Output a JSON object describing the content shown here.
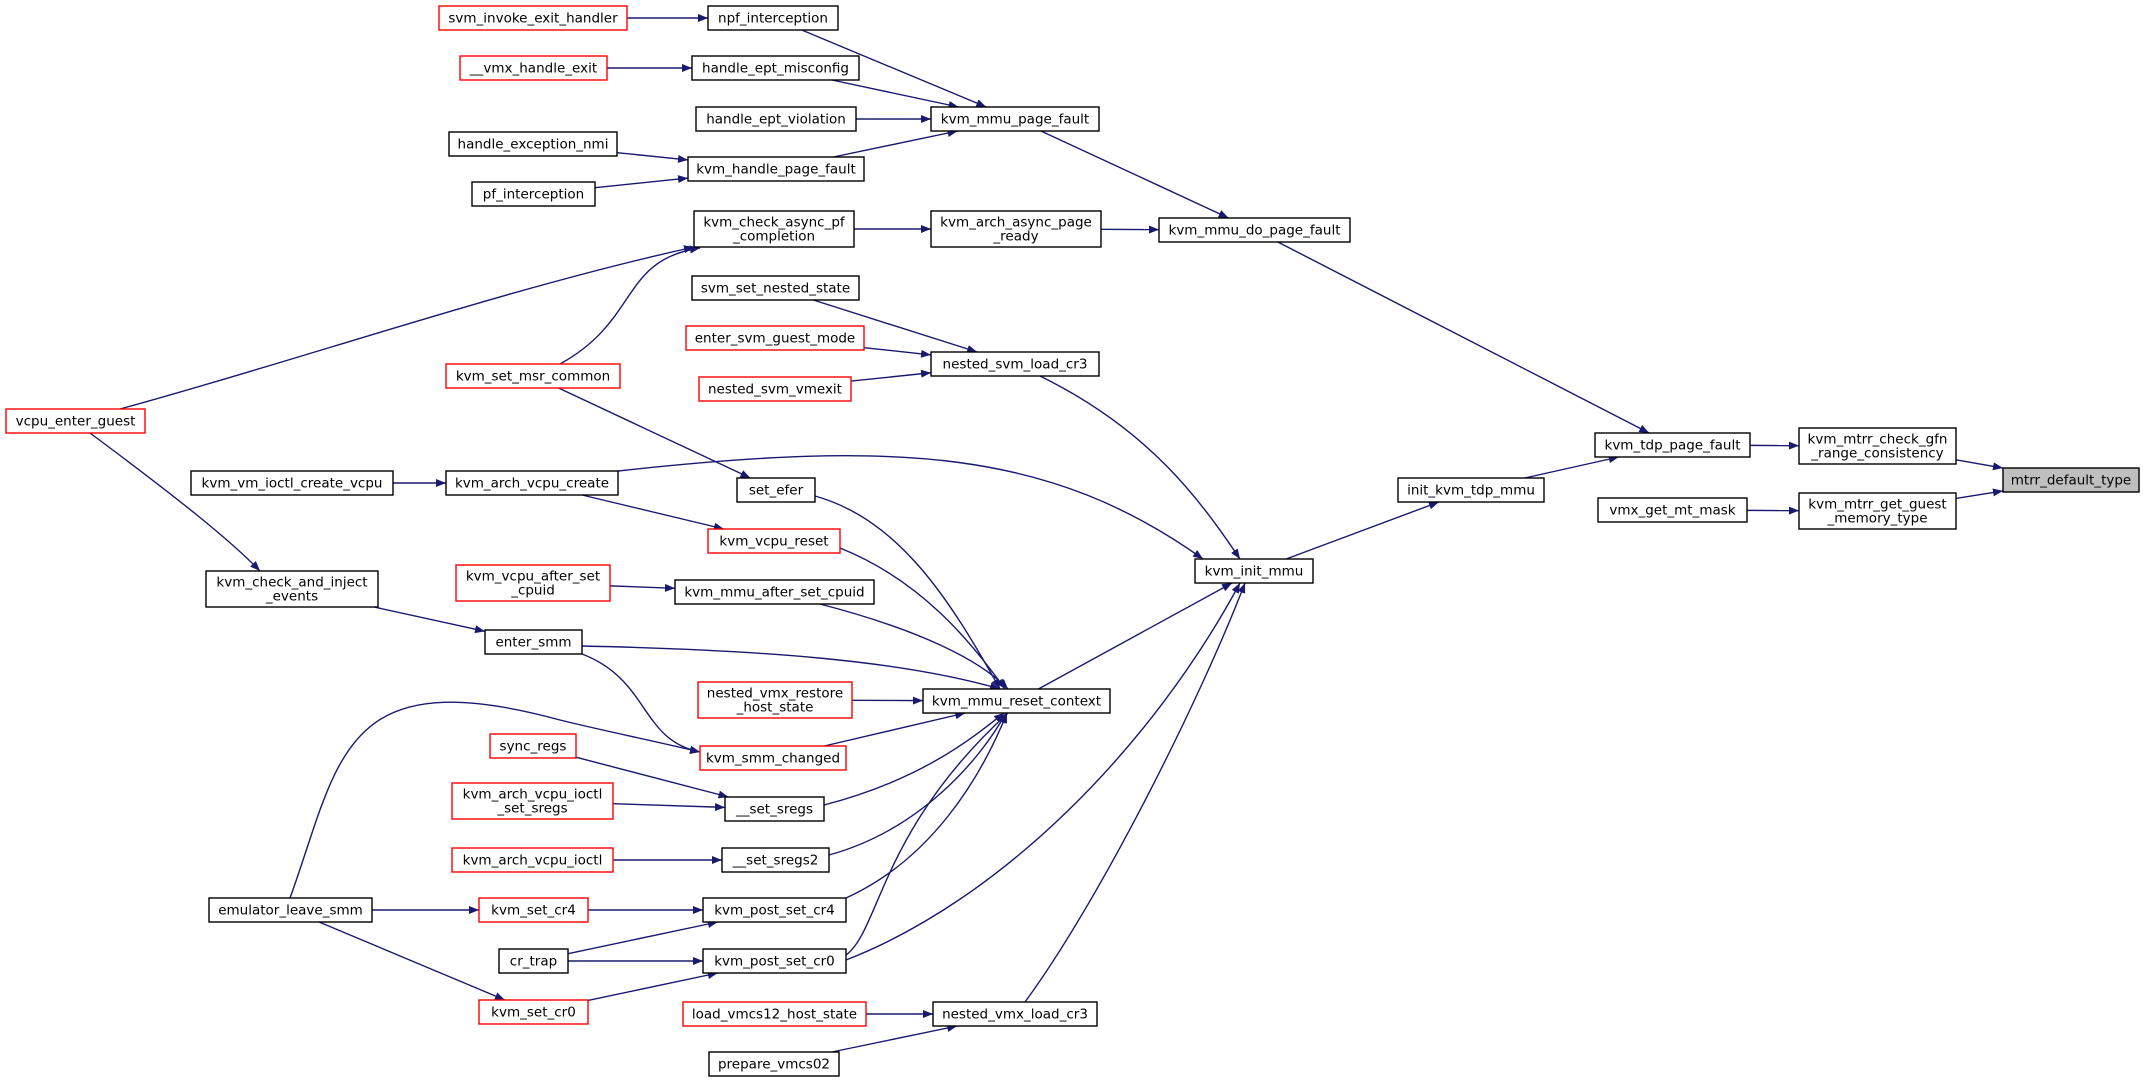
{
  "colors": {
    "edge": "#191970",
    "linked_border": "#000000",
    "unlinked_border": "#ff0000",
    "root_fill": "#bfbfbf"
  },
  "nodes": [
    {
      "id": "mtrr_default_type",
      "lines": [
        "mtrr_default_type"
      ],
      "style": "root"
    },
    {
      "id": "kvm_mtrr_check_gfn_range_consistency",
      "lines": [
        "kvm_mtrr_check_gfn",
        "_range_consistency"
      ],
      "style": "plain"
    },
    {
      "id": "kvm_mtrr_get_guest_memory_type",
      "lines": [
        "kvm_mtrr_get_guest",
        "_memory_type"
      ],
      "style": "plain"
    },
    {
      "id": "kvm_tdp_page_fault",
      "lines": [
        "kvm_tdp_page_fault"
      ],
      "style": "plain"
    },
    {
      "id": "vmx_get_mt_mask",
      "lines": [
        "vmx_get_mt_mask"
      ],
      "style": "plain"
    },
    {
      "id": "init_kvm_tdp_mmu",
      "lines": [
        "init_kvm_tdp_mmu"
      ],
      "style": "plain"
    },
    {
      "id": "kvm_mmu_do_page_fault",
      "lines": [
        "kvm_mmu_do_page_fault"
      ],
      "style": "plain"
    },
    {
      "id": "kvm_init_mmu",
      "lines": [
        "kvm_init_mmu"
      ],
      "style": "plain"
    },
    {
      "id": "kvm_mmu_page_fault",
      "lines": [
        "kvm_mmu_page_fault"
      ],
      "style": "plain"
    },
    {
      "id": "kvm_arch_async_page_ready",
      "lines": [
        "kvm_arch_async_page",
        "_ready"
      ],
      "style": "plain"
    },
    {
      "id": "nested_svm_load_cr3",
      "lines": [
        "nested_svm_load_cr3"
      ],
      "style": "plain"
    },
    {
      "id": "kvm_mmu_reset_context",
      "lines": [
        "kvm_mmu_reset_context"
      ],
      "style": "plain"
    },
    {
      "id": "nested_vmx_load_cr3",
      "lines": [
        "nested_vmx_load_cr3"
      ],
      "style": "plain"
    },
    {
      "id": "npf_interception",
      "lines": [
        "npf_interception"
      ],
      "style": "plain"
    },
    {
      "id": "handle_ept_misconfig",
      "lines": [
        "handle_ept_misconfig"
      ],
      "style": "plain"
    },
    {
      "id": "handle_ept_violation",
      "lines": [
        "handle_ept_violation"
      ],
      "style": "plain"
    },
    {
      "id": "kvm_handle_page_fault",
      "lines": [
        "kvm_handle_page_fault"
      ],
      "style": "plain"
    },
    {
      "id": "kvm_check_async_pf_completion",
      "lines": [
        "kvm_check_async_pf",
        "_completion"
      ],
      "style": "plain"
    },
    {
      "id": "svm_set_nested_state",
      "lines": [
        "svm_set_nested_state"
      ],
      "style": "plain"
    },
    {
      "id": "enter_svm_guest_mode",
      "lines": [
        "enter_svm_guest_mode"
      ],
      "style": "red"
    },
    {
      "id": "nested_svm_vmexit",
      "lines": [
        "nested_svm_vmexit"
      ],
      "style": "red"
    },
    {
      "id": "set_efer",
      "lines": [
        "set_efer"
      ],
      "style": "plain"
    },
    {
      "id": "kvm_arch_vcpu_create",
      "lines": [
        "kvm_arch_vcpu_create"
      ],
      "style": "plain"
    },
    {
      "id": "kvm_vcpu_reset",
      "lines": [
        "kvm_vcpu_reset"
      ],
      "style": "red"
    },
    {
      "id": "kvm_mmu_after_set_cpuid",
      "lines": [
        "kvm_mmu_after_set_cpuid"
      ],
      "style": "plain"
    },
    {
      "id": "enter_smm",
      "lines": [
        "enter_smm"
      ],
      "style": "plain"
    },
    {
      "id": "nested_vmx_restore_host_state",
      "lines": [
        "nested_vmx_restore",
        "_host_state"
      ],
      "style": "red"
    },
    {
      "id": "kvm_smm_changed",
      "lines": [
        "kvm_smm_changed"
      ],
      "style": "red"
    },
    {
      "id": "__set_sregs",
      "lines": [
        "__set_sregs"
      ],
      "style": "plain"
    },
    {
      "id": "__set_sregs2",
      "lines": [
        "__set_sregs2"
      ],
      "style": "plain"
    },
    {
      "id": "kvm_post_set_cr4",
      "lines": [
        "kvm_post_set_cr4"
      ],
      "style": "plain"
    },
    {
      "id": "kvm_post_set_cr0",
      "lines": [
        "kvm_post_set_cr0"
      ],
      "style": "plain"
    },
    {
      "id": "load_vmcs12_host_state",
      "lines": [
        "load_vmcs12_host_state"
      ],
      "style": "red"
    },
    {
      "id": "prepare_vmcs02",
      "lines": [
        "prepare_vmcs02"
      ],
      "style": "plain"
    },
    {
      "id": "svm_invoke_exit_handler",
      "lines": [
        "svm_invoke_exit_handler"
      ],
      "style": "red"
    },
    {
      "id": "__vmx_handle_exit",
      "lines": [
        "__vmx_handle_exit"
      ],
      "style": "red"
    },
    {
      "id": "handle_exception_nmi",
      "lines": [
        "handle_exception_nmi"
      ],
      "style": "plain"
    },
    {
      "id": "pf_interception",
      "lines": [
        "pf_interception"
      ],
      "style": "plain"
    },
    {
      "id": "kvm_set_msr_common",
      "lines": [
        "kvm_set_msr_common"
      ],
      "style": "red"
    },
    {
      "id": "vcpu_enter_guest",
      "lines": [
        "vcpu_enter_guest"
      ],
      "style": "red"
    },
    {
      "id": "kvm_vm_ioctl_create_vcpu",
      "lines": [
        "kvm_vm_ioctl_create_vcpu"
      ],
      "style": "plain"
    },
    {
      "id": "kvm_check_and_inject_events",
      "lines": [
        "kvm_check_and_inject",
        "_events"
      ],
      "style": "plain"
    },
    {
      "id": "kvm_vcpu_after_set_cpuid",
      "lines": [
        "kvm_vcpu_after_set",
        "_cpuid"
      ],
      "style": "red"
    },
    {
      "id": "sync_regs",
      "lines": [
        "sync_regs"
      ],
      "style": "red"
    },
    {
      "id": "kvm_arch_vcpu_ioctl_set_sregs",
      "lines": [
        "kvm_arch_vcpu_ioctl",
        "_set_sregs"
      ],
      "style": "red"
    },
    {
      "id": "kvm_arch_vcpu_ioctl",
      "lines": [
        "kvm_arch_vcpu_ioctl"
      ],
      "style": "red"
    },
    {
      "id": "emulator_leave_smm",
      "lines": [
        "emulator_leave_smm"
      ],
      "style": "plain"
    },
    {
      "id": "kvm_set_cr4",
      "lines": [
        "kvm_set_cr4"
      ],
      "style": "red"
    },
    {
      "id": "cr_trap",
      "lines": [
        "cr_trap"
      ],
      "style": "plain"
    },
    {
      "id": "kvm_set_cr0",
      "lines": [
        "kvm_set_cr0"
      ],
      "style": "red"
    }
  ],
  "edges": [
    {
      "from": "kvm_mtrr_check_gfn_range_consistency",
      "to": "mtrr_default_type"
    },
    {
      "from": "kvm_mtrr_get_guest_memory_type",
      "to": "mtrr_default_type"
    },
    {
      "from": "kvm_tdp_page_fault",
      "to": "kvm_mtrr_check_gfn_range_consistency"
    },
    {
      "from": "vmx_get_mt_mask",
      "to": "kvm_mtrr_get_guest_memory_type"
    },
    {
      "from": "init_kvm_tdp_mmu",
      "to": "kvm_tdp_page_fault"
    },
    {
      "from": "kvm_mmu_do_page_fault",
      "to": "kvm_tdp_page_fault"
    },
    {
      "from": "kvm_init_mmu",
      "to": "init_kvm_tdp_mmu"
    },
    {
      "from": "kvm_mmu_page_fault",
      "to": "kvm_mmu_do_page_fault"
    },
    {
      "from": "kvm_arch_async_page_ready",
      "to": "kvm_mmu_do_page_fault"
    },
    {
      "from": "npf_interception",
      "to": "kvm_mmu_page_fault"
    },
    {
      "from": "handle_ept_misconfig",
      "to": "kvm_mmu_page_fault"
    },
    {
      "from": "handle_ept_violation",
      "to": "kvm_mmu_page_fault"
    },
    {
      "from": "kvm_handle_page_fault",
      "to": "kvm_mmu_page_fault"
    },
    {
      "from": "svm_invoke_exit_handler",
      "to": "npf_interception"
    },
    {
      "from": "__vmx_handle_exit",
      "to": "handle_ept_misconfig"
    },
    {
      "from": "handle_exception_nmi",
      "to": "kvm_handle_page_fault"
    },
    {
      "from": "pf_interception",
      "to": "kvm_handle_page_fault"
    },
    {
      "from": "kvm_check_async_pf_completion",
      "to": "kvm_arch_async_page_ready"
    },
    {
      "from": "vcpu_enter_guest",
      "to": "kvm_check_async_pf_completion"
    },
    {
      "from": "kvm_set_msr_common",
      "to": "kvm_check_async_pf_completion"
    },
    {
      "from": "nested_svm_load_cr3",
      "to": "kvm_init_mmu"
    },
    {
      "from": "svm_set_nested_state",
      "to": "nested_svm_load_cr3"
    },
    {
      "from": "enter_svm_guest_mode",
      "to": "nested_svm_load_cr3"
    },
    {
      "from": "nested_svm_vmexit",
      "to": "nested_svm_load_cr3"
    },
    {
      "from": "kvm_arch_vcpu_create",
      "to": "kvm_init_mmu"
    },
    {
      "from": "kvm_vm_ioctl_create_vcpu",
      "to": "kvm_arch_vcpu_create"
    },
    {
      "from": "kvm_mmu_reset_context",
      "to": "kvm_init_mmu"
    },
    {
      "from": "nested_vmx_load_cr3",
      "to": "kvm_init_mmu"
    },
    {
      "from": "kvm_post_set_cr0",
      "to": "kvm_init_mmu"
    },
    {
      "from": "kvm_set_msr_common",
      "to": "set_efer"
    },
    {
      "from": "set_efer",
      "to": "kvm_mmu_reset_context"
    },
    {
      "from": "kvm_arch_vcpu_create",
      "to": "kvm_vcpu_reset"
    },
    {
      "from": "kvm_vcpu_reset",
      "to": "kvm_mmu_reset_context"
    },
    {
      "from": "kvm_vcpu_after_set_cpuid",
      "to": "kvm_mmu_after_set_cpuid"
    },
    {
      "from": "kvm_mmu_after_set_cpuid",
      "to": "kvm_mmu_reset_context"
    },
    {
      "from": "vcpu_enter_guest",
      "to": "kvm_check_and_inject_events"
    },
    {
      "from": "kvm_check_and_inject_events",
      "to": "enter_smm"
    },
    {
      "from": "enter_smm",
      "to": "kvm_mmu_reset_context"
    },
    {
      "from": "enter_smm",
      "to": "kvm_smm_changed"
    },
    {
      "from": "nested_vmx_restore_host_state",
      "to": "kvm_mmu_reset_context"
    },
    {
      "from": "kvm_smm_changed",
      "to": "kvm_mmu_reset_context"
    },
    {
      "from": "emulator_leave_smm",
      "to": "kvm_smm_changed"
    },
    {
      "from": "sync_regs",
      "to": "__set_sregs"
    },
    {
      "from": "kvm_arch_vcpu_ioctl_set_sregs",
      "to": "__set_sregs"
    },
    {
      "from": "__set_sregs",
      "to": "kvm_mmu_reset_context"
    },
    {
      "from": "kvm_arch_vcpu_ioctl",
      "to": "__set_sregs2"
    },
    {
      "from": "__set_sregs2",
      "to": "kvm_mmu_reset_context"
    },
    {
      "from": "emulator_leave_smm",
      "to": "kvm_set_cr4"
    },
    {
      "from": "kvm_set_cr4",
      "to": "kvm_post_set_cr4"
    },
    {
      "from": "cr_trap",
      "to": "kvm_post_set_cr4"
    },
    {
      "from": "kvm_post_set_cr4",
      "to": "kvm_mmu_reset_context"
    },
    {
      "from": "cr_trap",
      "to": "kvm_post_set_cr0"
    },
    {
      "from": "emulator_leave_smm",
      "to": "kvm_set_cr0"
    },
    {
      "from": "kvm_set_cr0",
      "to": "kvm_post_set_cr0"
    },
    {
      "from": "kvm_post_set_cr0",
      "to": "kvm_mmu_reset_context"
    },
    {
      "from": "load_vmcs12_host_state",
      "to": "nested_vmx_load_cr3"
    },
    {
      "from": "prepare_vmcs02",
      "to": "nested_vmx_load_cr3"
    }
  ]
}
